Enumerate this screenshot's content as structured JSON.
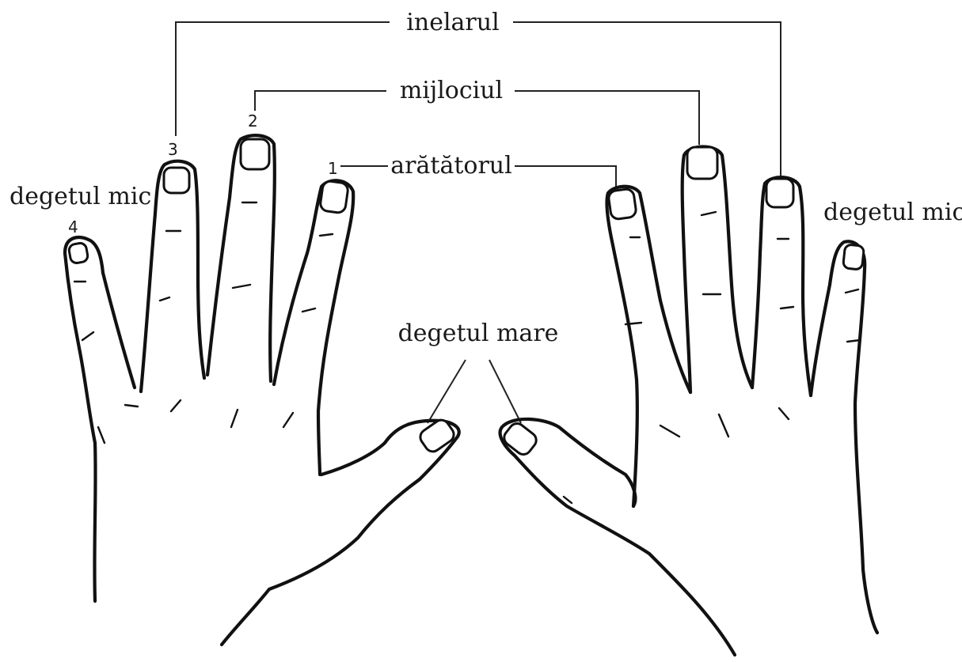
{
  "labels": {
    "ring": "inelarul",
    "middle": "mijlociul",
    "index": "arătătorul",
    "pinky_left": "degetul mic",
    "pinky_right": "degetul mic",
    "thumb": "degetul mare"
  },
  "finger_numbers": {
    "index": "1",
    "middle": "2",
    "ring": "3",
    "pinky": "4"
  }
}
